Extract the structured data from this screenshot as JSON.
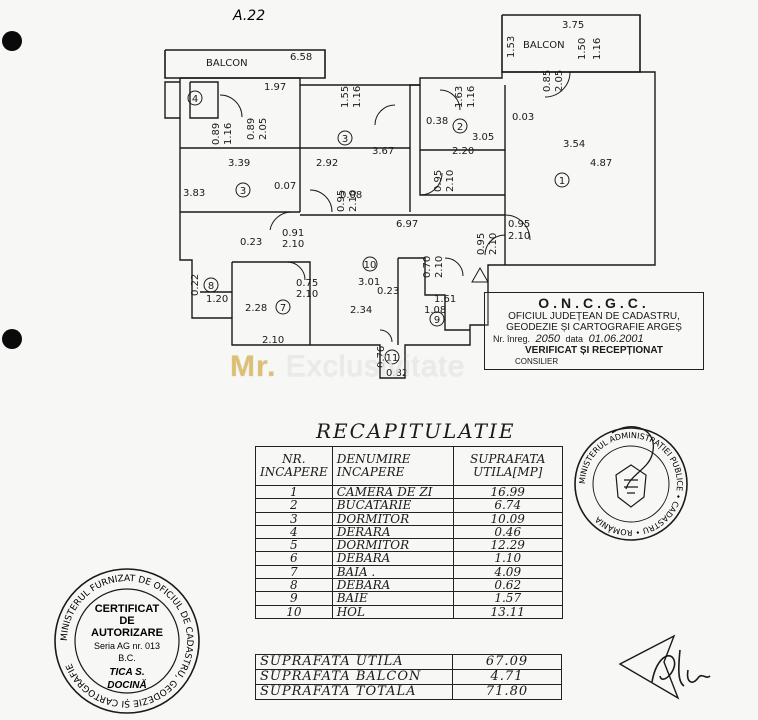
{
  "header_note": "A.22",
  "plan": {
    "balcony_labels": [
      "BALCON",
      "BALCON"
    ],
    "room_numbers": [
      "1",
      "2",
      "3",
      "3",
      "4",
      "7",
      "8",
      "9",
      "10",
      "11"
    ],
    "dims": {
      "d658": "6.58",
      "d375": "3.75",
      "d153": "1.53",
      "d150": "1.50",
      "d116a": "1.16",
      "d197": "1.97",
      "d155": "1.55",
      "d116b": "1.16",
      "d163": "1.63",
      "d116c": "1.16",
      "d085a": "0.85",
      "d205a": "2.05",
      "d089": "0.89",
      "d116d": "1.16",
      "d089b": "0.89",
      "d205b": "2.05",
      "d339": "3.39",
      "d292": "2.92",
      "d367": "3.67",
      "d038": "0.38",
      "d305": "3.05",
      "d003": "0.03",
      "d220": "2.20",
      "d354": "3.54",
      "d487": "4.87",
      "d383": "3.83",
      "d007": "0.07",
      "d095a": "0.95",
      "d210a": "2.10",
      "d008": "0.08",
      "d095b": "0.95",
      "d210b": "2.10",
      "d697": "6.97",
      "d095c": "0.95",
      "d210c": "2.10",
      "d091": "0.91",
      "d210d": "2.10",
      "d023a": "0.23",
      "d095d": "0.95",
      "d210e": "2.10",
      "d022": "0.22",
      "d301": "3.01",
      "d070": "0.70",
      "d210f": "2.10",
      "d120": "1.20",
      "d228": "2.28",
      "d075": "0.75",
      "d210g": "2.10",
      "d023b": "0.23",
      "d161": "1.61",
      "d108": "1.08",
      "d234": "2.34",
      "d210h": "2.10",
      "d076": "0.76",
      "d082": "0.82"
    }
  },
  "watermark": {
    "prefix": "Mr.",
    "rest": "Exclusivitate"
  },
  "oncgc": {
    "title": "O.N.C.G.C.",
    "office1": "OFICIUL JUDEȚEAN DE CADASTRU,",
    "office2": "GEODEZIE ȘI CARTOGRAFIE ARGEȘ",
    "reg_label": "Nr. înreg.",
    "reg_value": "2050",
    "date_label": "data",
    "date_value": "01.06.2001",
    "verified": "VERIFICAT ȘI RECEPȚIONAT",
    "consilier": "CONSILIER"
  },
  "recap_title": "RECAPITULATIE",
  "table": {
    "headers": [
      "NR. INCAPERE",
      "DENUMIRE INCAPERE",
      "SUPRAFATA UTILA[MP]"
    ],
    "rows": [
      {
        "nr": "1",
        "name": "CAMERA DE ZI",
        "area": "16.99"
      },
      {
        "nr": "2",
        "name": "BUCATARIE",
        "area": "6.74"
      },
      {
        "nr": "3",
        "name": "DORMITOR",
        "area": "10.09"
      },
      {
        "nr": "4",
        "name": "DERARA",
        "area": "0.46"
      },
      {
        "nr": "5",
        "name": "DORMITOR",
        "area": "12.29"
      },
      {
        "nr": "6",
        "name": "DEBARA",
        "area": "1.10"
      },
      {
        "nr": "7",
        "name": "BAIA .",
        "area": "4.09"
      },
      {
        "nr": "8",
        "name": "DEBARA",
        "area": "0.62"
      },
      {
        "nr": "9",
        "name": "BAIE",
        "area": "1.57"
      },
      {
        "nr": "10",
        "name": "HOL",
        "area": "13.11"
      }
    ]
  },
  "totals": [
    {
      "label": "SUPRAFATA UTILA",
      "value": "67.09"
    },
    {
      "label": "SUPRAFATA BALCON",
      "value": "4.71"
    },
    {
      "label": "SUPRAFATA TOTALA",
      "value": "71.80"
    }
  ],
  "certificate": {
    "ring_text": "MINISTERUL FURNIZAT DE OFICIUL DE CADASTRU, GEODEZIE ȘI CARTOGRAFIE",
    "line1": "CERTIFICAT",
    "line2": "DE",
    "line3": "AUTORIZARE",
    "line4": "Seria AG nr. 013",
    "line5": "B.C.",
    "line6": "TICA  S.",
    "line7": "DOCINĂ"
  },
  "seal_ring_text": "MINISTERUL ADMINISTRAȚIEI PUBLICE • CADASTRU • ROMÂNIA",
  "colors": {
    "ink": "#1a1a1a",
    "paper": "#f7f7f5",
    "watermark": "#e6be5a"
  }
}
